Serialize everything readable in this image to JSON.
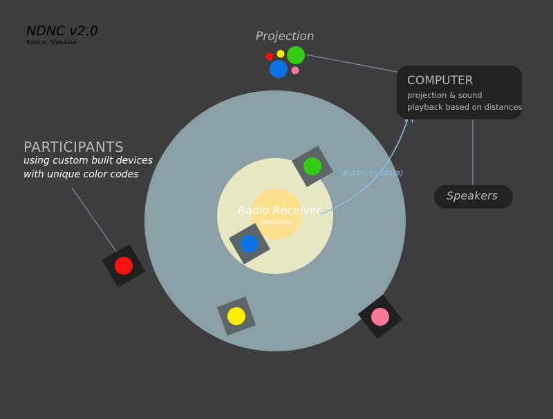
{
  "header": {
    "title": "NDNC v2.0",
    "subtitle": "Kosice, Slovakia"
  },
  "projection": {
    "label": "Projection"
  },
  "participants": {
    "title": "PARTICIPANTS",
    "line1": "using custom built devices",
    "line2": "with unique color codes"
  },
  "computer": {
    "title": "COMPUTER",
    "line1": "projection & sound",
    "line2": "playback based on distances"
  },
  "speakers": {
    "label": "Speakers"
  },
  "receiver": {
    "label": "Radio Receiver",
    "sublabel": "(Arduino)"
  },
  "data_flow": {
    "label": "distances (data)"
  },
  "colors": {
    "background": "#3d3d3f",
    "outer_range": "#8aa0a5",
    "inner_range": "#e7e7c4",
    "receiver_core": "#fde08e",
    "box_dark": "#222222",
    "label_gray": "#b8b8b8",
    "connector": "#7f8c9a",
    "data_arrow": "#88c0e4",
    "red": "#ff1010",
    "yellow": "#ffee00",
    "green": "#33cc11",
    "blue": "#0a74e6",
    "pink": "#f87896"
  },
  "icons": {
    "device": "participant-device-icon",
    "projection": "projection-bubbles-icon"
  }
}
